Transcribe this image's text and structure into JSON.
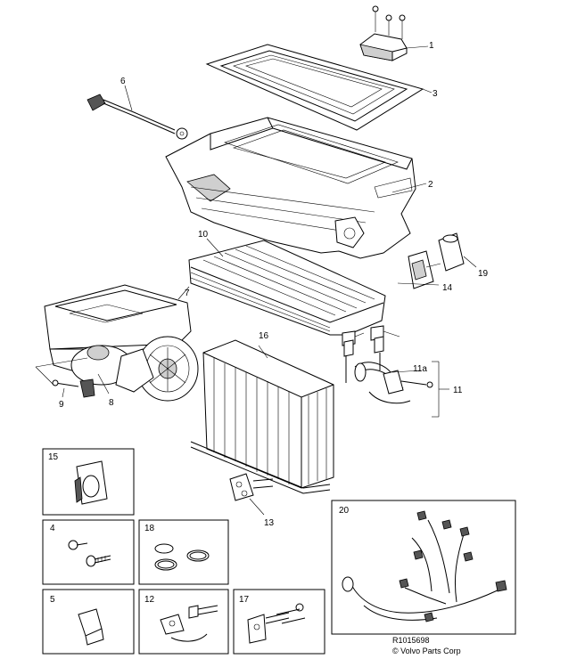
{
  "callouts": {
    "c1": "1",
    "c2": "2",
    "c3": "3",
    "c4": "4",
    "c5": "5",
    "c6": "6",
    "c7": "7",
    "c8": "8",
    "c9": "9",
    "c10": "10",
    "c11": "11",
    "c11a": "11a",
    "c12": "12",
    "c13": "13",
    "c14": "14",
    "c15": "15",
    "c16": "16",
    "c17": "17",
    "c18": "18",
    "c19": "19",
    "c20": "20"
  },
  "footer": {
    "ref_code": "R1015698",
    "copyright": "© Volvo Parts Corp"
  }
}
